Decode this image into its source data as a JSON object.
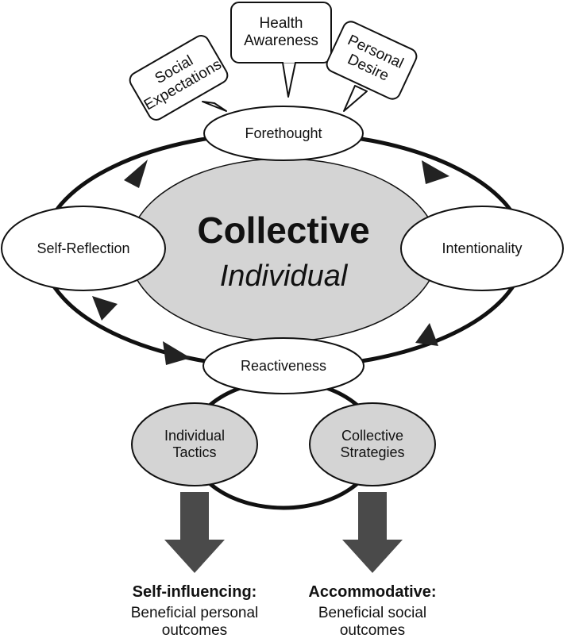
{
  "diagram": {
    "influences": [
      {
        "id": "social-expectations",
        "label": "Social\nExpectations"
      },
      {
        "id": "health-awareness",
        "label": "Health\nAwareness"
      },
      {
        "id": "personal-desire",
        "label": "Personal\nDesire"
      }
    ],
    "cycle_nodes": {
      "forethought": "Forethought",
      "intentionality": "Intentionality",
      "reactiveness": "Reactiveness",
      "self_reflection": "Self-Reflection"
    },
    "center": {
      "title": "Collective",
      "subtitle": "Individual"
    },
    "responses": {
      "individual": "Individual\nTactics",
      "collective": "Collective\nStrategies"
    },
    "outcomes": {
      "left": {
        "title": "Self-influencing:",
        "description": "Beneficial personal\noutcomes"
      },
      "right": {
        "title": "Accommodative:",
        "description": "Beneficial social\noutcomes"
      }
    },
    "colors": {
      "center_fill": "#d4d4d4",
      "response_fill": "#d4d4d4",
      "arrow_fill": "#4a4a4a",
      "line": "#111111"
    }
  }
}
